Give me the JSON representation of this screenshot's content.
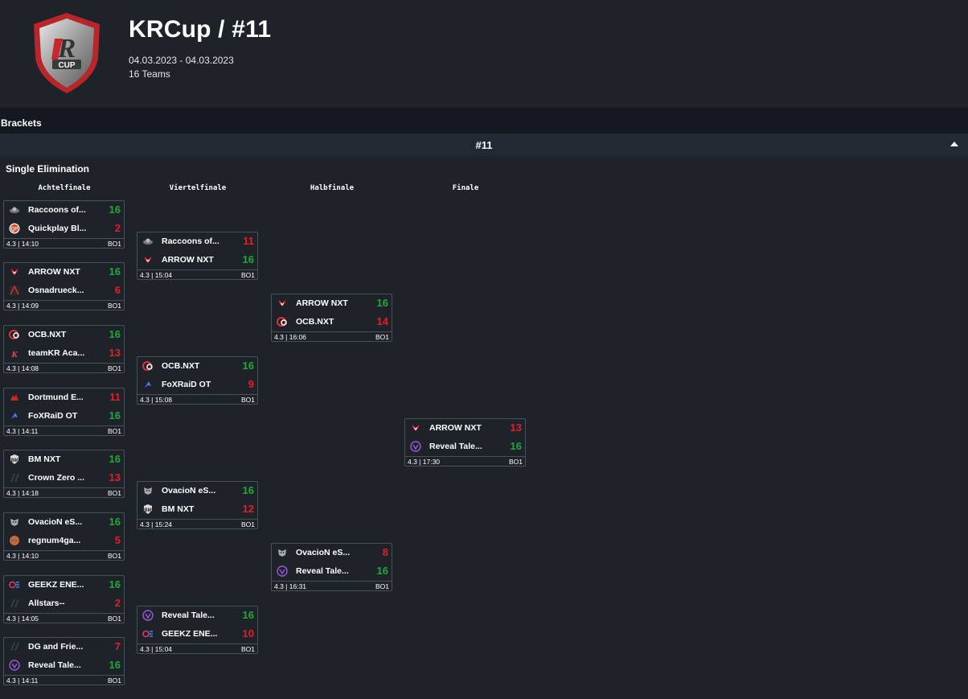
{
  "header": {
    "title": "KRCup / #11",
    "dates": "04.03.2023 - 04.03.2023",
    "teams": "16 Teams"
  },
  "brackets_label": "Brackets",
  "section_title": "#11",
  "format": "Single Elimination",
  "rounds": [
    "Achtelfinale",
    "Viertelfinale",
    "Halbfinale",
    "Finale"
  ],
  "colors": {
    "win": "#22a83a",
    "lose": "#e0202a",
    "background": "#1e232a",
    "border": "#4a515b"
  },
  "matches": [
    {
      "round": 0,
      "teams": [
        {
          "name": "Raccoons of...",
          "score": "16",
          "icon": "raccoon-icon",
          "win": true
        },
        {
          "name": "Quickplay Bl...",
          "score": "2",
          "icon": "qp-icon",
          "win": false
        }
      ],
      "time": "4.3 | 14:10",
      "bo": "BO1"
    },
    {
      "round": 0,
      "teams": [
        {
          "name": "ARROW NXT",
          "score": "16",
          "icon": "arrow-icon",
          "win": true
        },
        {
          "name": "Osnadrueck...",
          "score": "6",
          "icon": "osna-icon",
          "win": false
        }
      ],
      "time": "4.3 | 14:09",
      "bo": "BO1"
    },
    {
      "round": 0,
      "teams": [
        {
          "name": "OCB.NXT",
          "score": "16",
          "icon": "ocb-icon",
          "win": true
        },
        {
          "name": "teamKR Aca...",
          "score": "13",
          "icon": "kr-icon",
          "win": false
        }
      ],
      "time": "4.3 | 14:08",
      "bo": "BO1"
    },
    {
      "round": 0,
      "teams": [
        {
          "name": "Dortmund E...",
          "score": "11",
          "icon": "dortmund-icon",
          "win": false
        },
        {
          "name": "FoXRaiD OT",
          "score": "16",
          "icon": "foxraid-icon",
          "win": true
        }
      ],
      "time": "4.3 | 14:11",
      "bo": "BO1"
    },
    {
      "round": 0,
      "teams": [
        {
          "name": "BM NXT",
          "score": "16",
          "icon": "bm-icon",
          "win": true
        },
        {
          "name": "Crown Zero ...",
          "score": "13",
          "icon": "placeholder-icon",
          "win": false
        }
      ],
      "time": "4.3 | 14:18",
      "bo": "BO1"
    },
    {
      "round": 0,
      "teams": [
        {
          "name": "OvacioN eS...",
          "score": "16",
          "icon": "ovacion-icon",
          "win": true
        },
        {
          "name": "regnum4ga...",
          "score": "5",
          "icon": "regnum-icon",
          "win": false
        }
      ],
      "time": "4.3 | 14:10",
      "bo": "BO1"
    },
    {
      "round": 0,
      "teams": [
        {
          "name": "GEEKZ ENE...",
          "score": "16",
          "icon": "geekz-icon",
          "win": true
        },
        {
          "name": "Allstars--",
          "score": "2",
          "icon": "placeholder-icon",
          "win": false
        }
      ],
      "time": "4.3 | 14:05",
      "bo": "BO1"
    },
    {
      "round": 0,
      "teams": [
        {
          "name": "DG and Frie...",
          "score": "7",
          "icon": "placeholder-icon",
          "win": false
        },
        {
          "name": "Reveal Tale...",
          "score": "16",
          "icon": "reveal-icon",
          "win": true
        }
      ],
      "time": "4.3 | 14:11",
      "bo": "BO1"
    },
    {
      "round": 1,
      "teams": [
        {
          "name": "Raccoons of...",
          "score": "11",
          "icon": "raccoon-icon",
          "win": false
        },
        {
          "name": "ARROW NXT",
          "score": "16",
          "icon": "arrow-icon",
          "win": true
        }
      ],
      "time": "4.3 | 15:04",
      "bo": "BO1"
    },
    {
      "round": 1,
      "teams": [
        {
          "name": "OCB.NXT",
          "score": "16",
          "icon": "ocb-icon",
          "win": true
        },
        {
          "name": "FoXRaiD OT",
          "score": "9",
          "icon": "foxraid-icon",
          "win": false
        }
      ],
      "time": "4.3 | 15:08",
      "bo": "BO1"
    },
    {
      "round": 1,
      "teams": [
        {
          "name": "OvacioN eS...",
          "score": "16",
          "icon": "ovacion-icon",
          "win": true
        },
        {
          "name": "BM NXT",
          "score": "12",
          "icon": "bm-icon",
          "win": false
        }
      ],
      "time": "4.3 | 15:24",
      "bo": "BO1"
    },
    {
      "round": 1,
      "teams": [
        {
          "name": "Reveal Tale...",
          "score": "16",
          "icon": "reveal-icon",
          "win": true
        },
        {
          "name": "GEEKZ ENE...",
          "score": "10",
          "icon": "geekz-icon",
          "win": false
        }
      ],
      "time": "4.3 | 15:04",
      "bo": "BO1"
    },
    {
      "round": 2,
      "teams": [
        {
          "name": "ARROW NXT",
          "score": "16",
          "icon": "arrow-icon",
          "win": true
        },
        {
          "name": "OCB.NXT",
          "score": "14",
          "icon": "ocb-icon",
          "win": false
        }
      ],
      "time": "4.3 | 16:06",
      "bo": "BO1"
    },
    {
      "round": 2,
      "teams": [
        {
          "name": "OvacioN eS...",
          "score": "8",
          "icon": "ovacion-icon",
          "win": false
        },
        {
          "name": "Reveal Tale...",
          "score": "16",
          "icon": "reveal-icon",
          "win": true
        }
      ],
      "time": "4.3 | 16:31",
      "bo": "BO1"
    },
    {
      "round": 3,
      "teams": [
        {
          "name": "ARROW NXT",
          "score": "13",
          "icon": "arrow-icon",
          "win": false
        },
        {
          "name": "Reveal Tale...",
          "score": "16",
          "icon": "reveal-icon",
          "win": true
        }
      ],
      "time": "4.3 | 17:30",
      "bo": "BO1"
    }
  ]
}
